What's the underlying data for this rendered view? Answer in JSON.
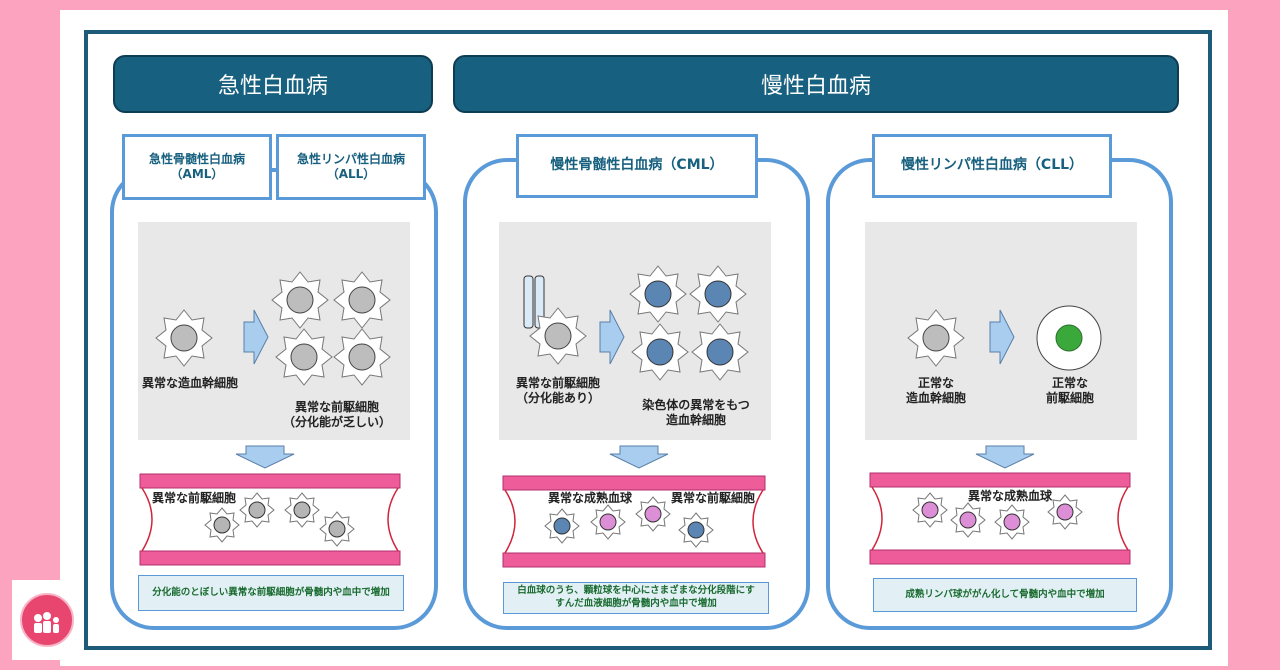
{
  "headers": {
    "acute": "急性白血病",
    "chronic": "慢性白血病"
  },
  "aml": {
    "line1": "急性骨髄性白血病",
    "line2": "（AML）"
  },
  "all": {
    "line1": "急性リンパ性白血病",
    "line2": "（ALL）"
  },
  "cml": {
    "title": "慢性骨髄性白血病（CML）"
  },
  "cll": {
    "title": "慢性リンパ性白血病（CLL）"
  },
  "acute_panel": {
    "label_stem": "異常な造血幹細胞",
    "label_precursor_1": "異常な前駆細胞",
    "label_precursor_2": "（分化能が乏しい）",
    "vessel_label": "異常な前駆細胞",
    "caption": "分化能のとぼしい異常な前駆細胞が骨髄内や血中で増加"
  },
  "cml_panel": {
    "label_precursor_1": "異常な前駆細胞",
    "label_precursor_2": "（分化能あり）",
    "label_chrom_1": "染色体の異常をもつ",
    "label_chrom_2": "造血幹細胞",
    "vessel_label_mature": "異常な成熟血球",
    "vessel_label_precursor": "異常な前駆細胞",
    "caption_1": "白血球のうち、顆粒球を中心にさまざまな分化段階にす",
    "caption_2": "すんだ血液細胞が骨髄内や血中で増加"
  },
  "cll_panel": {
    "label_stem_1": "正常な",
    "label_stem_2": "造血幹細胞",
    "label_precursor_1": "正常な",
    "label_precursor_2": "前駆細胞",
    "vessel_label": "異常な成熟血球",
    "caption": "成熟リンパ球ががん化して骨髄内や血中で増加"
  },
  "colors": {
    "background": "#fba3bf",
    "banner": "#17607f",
    "panel_border": "#5a9ad8",
    "vessel": "#ee5c9a",
    "cell_gray": "#bdbdbd",
    "cell_blue": "#5b86b4",
    "cell_pink": "#dc8fd6",
    "cell_green": "#3aa83a"
  }
}
